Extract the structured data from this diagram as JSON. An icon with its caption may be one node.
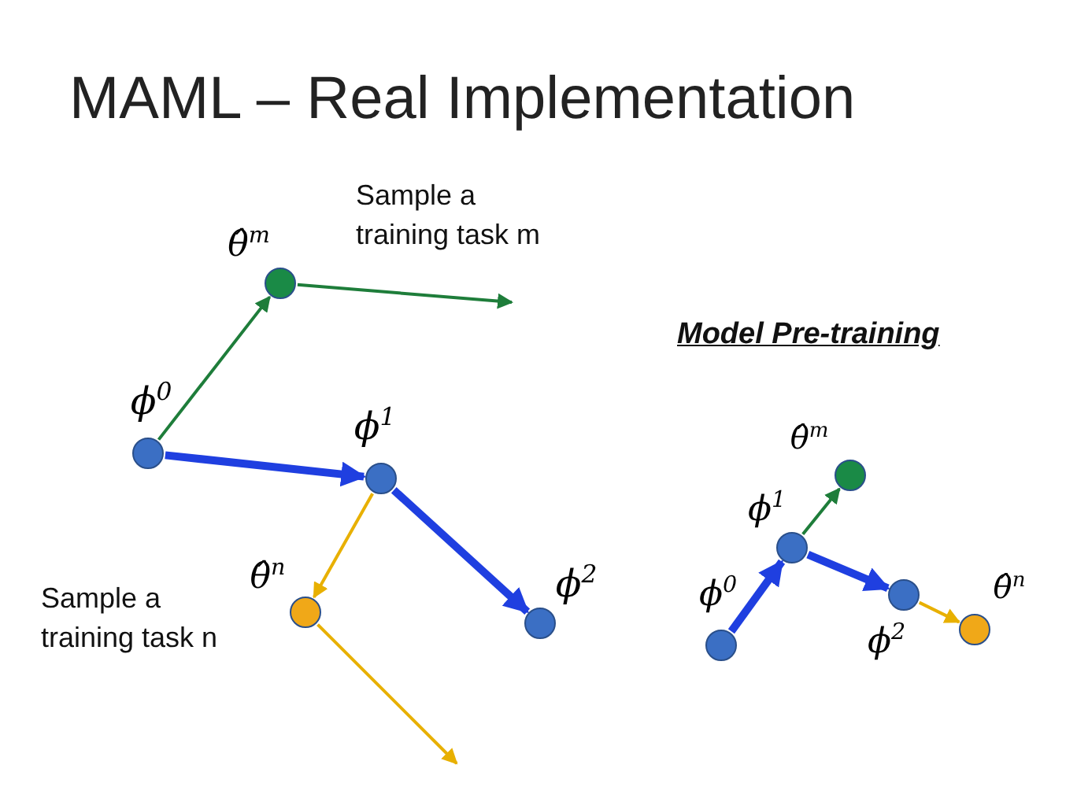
{
  "diagram": {
    "title": "MAML – Real Implementation",
    "nodes": [
      {
        "text": [
          "θ̂$^{m}$"
        ]
      },
      {
        "text": [
          "ϕ$^{0}$"
        ]
      },
      {
        "text": [
          "ϕ$^{1}$"
        ]
      },
      {
        "text": [
          "θ̂$^{n}$"
        ]
      },
      {
        "text": [
          "ϕ$^{2}$"
        ]
      },
      {
        "text": [
          "θ̂$^{m}$"
        ]
      },
      {
        "text": [
          "ϕ$^{1}$"
        ]
      },
      {
        "text": [
          "ϕ$^{0}$"
        ]
      },
      {
        "text": [
          "ϕ$^{2}$"
        ]
      },
      {
        "text": [
          "θ̂$^{n}$"
        ]
      }
    ],
    "edges": [
      {
        "from": 1,
        "to": 0,
        "arrow": "to",
        "color": "#1e7d3a"
      },
      {
        "from": 0,
        "to": null,
        "arrow": "to",
        "color": "#1e7d3a"
      },
      {
        "from": 1,
        "to": 2,
        "arrow": "to",
        "style": "thick",
        "color": "#1f3fe0"
      },
      {
        "from": 2,
        "to": 3,
        "arrow": "to",
        "color": "#e8b000"
      },
      {
        "from": 3,
        "to": null,
        "arrow": "to",
        "color": "#e8b000"
      },
      {
        "from": 2,
        "to": 4,
        "arrow": "to",
        "style": "thick",
        "color": "#1f3fe0"
      },
      {
        "from": 7,
        "to": 6,
        "arrow": "to",
        "style": "thick",
        "color": "#1f3fe0"
      },
      {
        "from": 6,
        "to": 5,
        "arrow": "to",
        "color": "#1e7d3a"
      },
      {
        "from": 6,
        "to": 8,
        "arrow": "to",
        "style": "thick",
        "color": "#1f3fe0"
      },
      {
        "from": 8,
        "to": 9,
        "arrow": "to",
        "color": "#e8b000"
      }
    ],
    "labels": [
      "Sample a training task m",
      "Model Pre-training",
      "Sample a training task n"
    ]
  }
}
